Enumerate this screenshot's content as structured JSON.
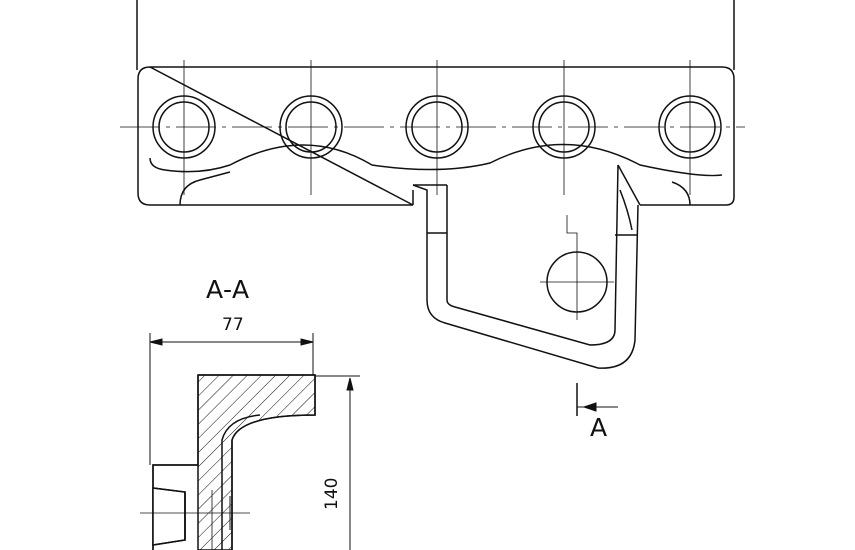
{
  "drawing": {
    "section_title": "A-A",
    "section_marker_label": "A",
    "dimensions": {
      "width_label": "77",
      "height_label": "140"
    },
    "colors": {
      "line": "#111111",
      "background": "#ffffff"
    }
  }
}
